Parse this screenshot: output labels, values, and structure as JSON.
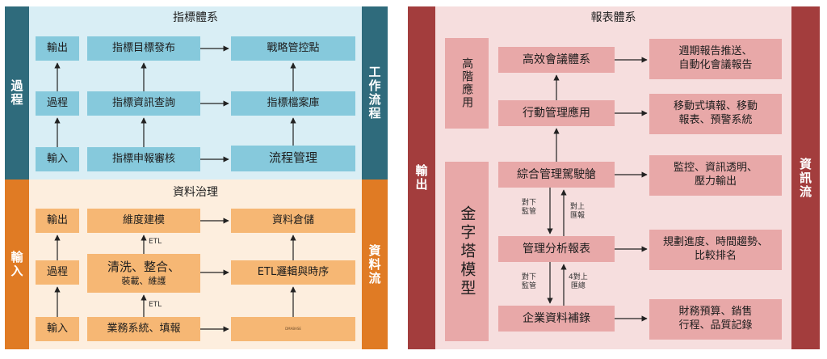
{
  "left": {
    "indicator_title": "指標體系",
    "governance_title": "資料治理",
    "side_process": "過程",
    "side_workflow": "工作流程",
    "side_input": "輸入",
    "side_dataflow": "資料流",
    "blue_boxes": {
      "output": "輸出",
      "publish": "指標目標發布",
      "strategy": "戰略管控點",
      "process": "過程",
      "query": "指標資訊查詢",
      "archive": "指標檔案庫",
      "input": "輸入",
      "review": "指標申報審核",
      "flow": "流程管理"
    },
    "orange_boxes": {
      "output": "輸出",
      "modeling": "維度建模",
      "warehouse": "資料倉儲",
      "process": "過程",
      "cleaning_line1": "清洗、整合、",
      "cleaning_line2": "裝載、維護",
      "etl_logic": "ETL邏輯與時序",
      "input": "輸入",
      "business": "業務系統、填報",
      "tiny": "DMABASE"
    },
    "etl_label_1": "ETL",
    "etl_label_2": "ETL"
  },
  "right": {
    "title": "報表體系",
    "side_output": "輸出",
    "side_infoflow": "資訊流",
    "high_app": "高階應用",
    "pyramid": "金字塔模型",
    "center": {
      "meeting": "高效會議體系",
      "mobile": "行動管理應用",
      "cockpit": "綜合管理駕駛艙",
      "analysis": "管理分析報表",
      "enterprise": "企業資料補錄"
    },
    "right_boxes": {
      "r1_line1": "週期報告推送、",
      "r1_line2": "自動化會議報告",
      "r2_line1": "移動式填報、移動",
      "r2_line2": "報表、預警系統",
      "r3_line1": "監控、資訊透明、",
      "r3_line2": "壓力輸出",
      "r4_line1": "規劃進度、時間趨勢、",
      "r4_line2": "比較排名",
      "r5_line1": "財務預算、銷售",
      "r5_line2": "行程、品質記錄"
    },
    "notes": {
      "down1_a": "對下",
      "down1_b": "監管",
      "up1_a": "對上",
      "up1_b": "匯報",
      "down2_a": "對下",
      "down2_b": "監管",
      "up2_a": "4對上",
      "up2_b": "匯總"
    }
  },
  "colors": {
    "teal": "#2f6b7c",
    "light_blue_bg": "#d9eef5",
    "orange_dark": "#e07b24",
    "light_orange_bg": "#fdeede",
    "dark_red": "#a33d3d",
    "pink_bg": "#f6dede"
  }
}
